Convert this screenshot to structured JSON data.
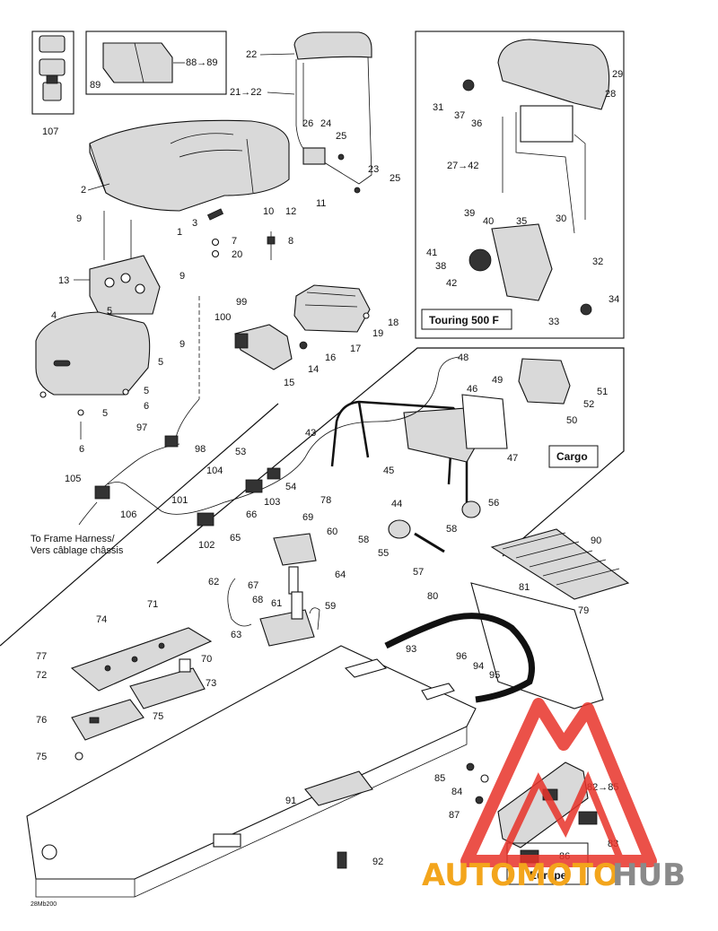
{
  "diagram": {
    "boxes": {
      "touring": "Touring 500 F",
      "cargo": "Cargo",
      "europe": "Europe"
    },
    "harness_note_line1": "To Frame Harness/",
    "harness_note_line2": "Vers câblage châssis",
    "image_code": "28Mb200",
    "watermark": {
      "part1": "AUTOMOTO",
      "part2": "HUB",
      "color_red": "#e8332a",
      "color_orange": "#f3a51c",
      "color_gray": "#8a8a8a"
    }
  },
  "callouts": {
    "c107": "107",
    "c89": "89",
    "c88": "88→89",
    "c22": "22",
    "c2122": "21→22",
    "c26": "26",
    "c24": "24",
    "c25a": "25",
    "c23": "23",
    "c25b": "25",
    "c2": "2",
    "c1": "1",
    "c10": "10",
    "c12": "12",
    "c11": "11",
    "c3": "3",
    "c7": "7",
    "c20": "20",
    "c8": "8",
    "c9a": "9",
    "c13": "13",
    "c9b": "9",
    "c4": "4",
    "c5a": "5",
    "c9c": "9",
    "c5b": "5",
    "c5c": "5",
    "c6a": "6",
    "c5d": "5",
    "c6b": "6",
    "c99": "99",
    "c100": "100",
    "c18": "18",
    "c19": "19",
    "c16": "16",
    "c17": "17",
    "c14": "14",
    "c15": "15",
    "c29": "29",
    "c28": "28",
    "c31": "31",
    "c37": "37",
    "c36": "36",
    "c2742": "27→42",
    "c39": "39",
    "c40": "40",
    "c35": "35",
    "c30": "30",
    "c41": "41",
    "c38": "38",
    "c32": "32",
    "c42": "42",
    "c34": "34",
    "c33": "33",
    "c48": "48",
    "c49": "49",
    "c51": "51",
    "c46": "46",
    "c52": "52",
    "c50": "50",
    "c43": "43",
    "c47": "47",
    "c97": "97",
    "c98": "98",
    "c53": "53",
    "c104": "104",
    "c54": "54",
    "c45": "45",
    "c105": "105",
    "c78": "78",
    "c44": "44",
    "c56": "56",
    "c101": "101",
    "c103": "103",
    "c106": "106",
    "c66": "66",
    "c69": "69",
    "c58a": "58",
    "c102": "102",
    "c60": "60",
    "c58b": "58",
    "c65": "65",
    "c55": "55",
    "c57": "57",
    "c90": "90",
    "c62": "62",
    "c67": "67",
    "c64": "64",
    "c81": "81",
    "c68": "68",
    "c71": "71",
    "c61": "61",
    "c80": "80",
    "c79": "79",
    "c74": "74",
    "c63": "63",
    "c59": "59",
    "c77": "77",
    "c93": "93",
    "c96": "96",
    "c70": "70",
    "c72": "72",
    "c94": "94",
    "c73": "73",
    "c95": "95",
    "c75a": "75",
    "c76": "76",
    "c75b": "75",
    "c85": "85",
    "c84": "84",
    "c8285": "82→85",
    "c87": "87",
    "c91": "91",
    "c83": "83",
    "c86": "86",
    "c92": "92"
  }
}
